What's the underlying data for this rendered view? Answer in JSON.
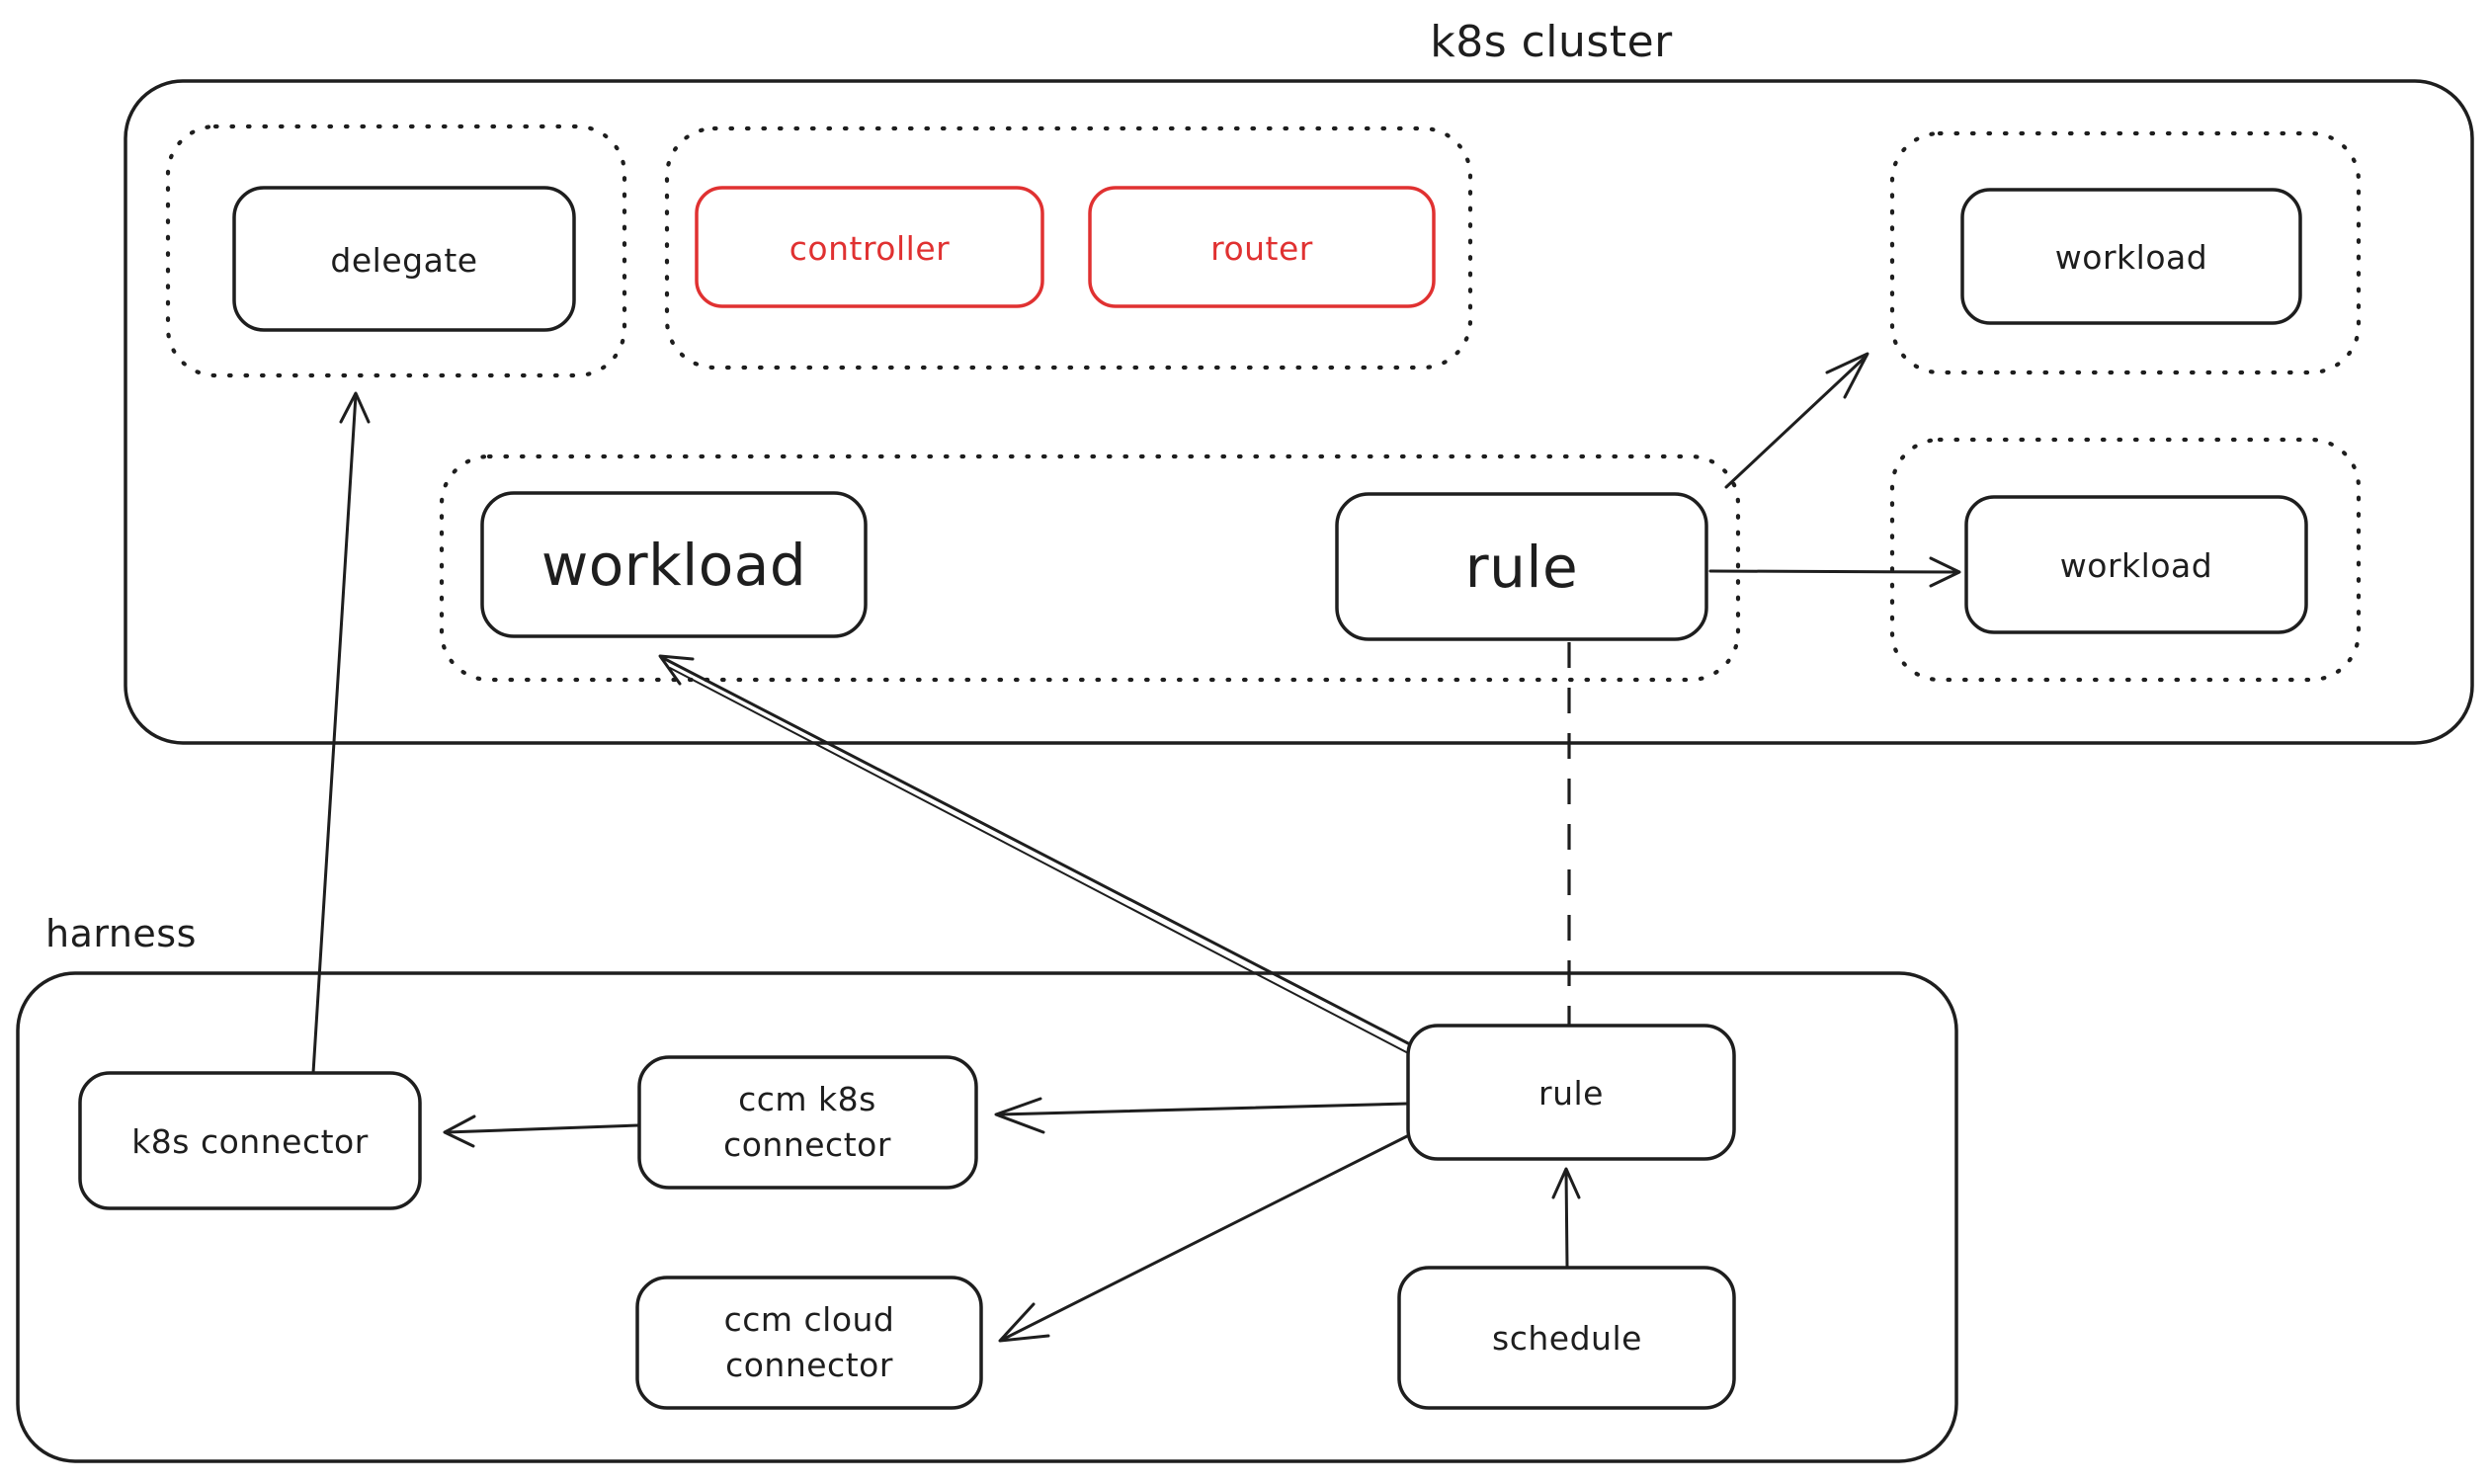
{
  "diagram": {
    "kind": "hand-drawn architecture sketch",
    "background": "#ffffff",
    "stroke_color": "#1e1e1e",
    "accent_color": "#e03131"
  },
  "labels": {
    "k8s_cluster": "k8s cluster",
    "harness": "harness",
    "delegate": "delegate",
    "controller": "controller",
    "router": "router",
    "workload_main": "workload",
    "rule_cluster": "rule",
    "workload_top_right": "workload",
    "workload_right": "workload",
    "k8s_connector": "k8s connector",
    "ccm_k8s_connector_line1": "ccm k8s",
    "ccm_k8s_connector_line2": "connector",
    "ccm_cloud_connector_line1": "ccm cloud",
    "ccm_cloud_connector_line2": "connector",
    "rule_harness": "rule",
    "schedule": "schedule"
  },
  "containers": [
    {
      "id": "k8s-cluster",
      "label": "k8s cluster",
      "border": "solid rounded",
      "label_position": "top-center-outside"
    },
    {
      "id": "harness",
      "label": "harness",
      "border": "solid rounded",
      "label_position": "top-left-outside"
    }
  ],
  "groups": [
    {
      "id": "delegate-group",
      "container": "k8s-cluster",
      "border": "dotted",
      "contains": [
        "delegate"
      ]
    },
    {
      "id": "controller-router-group",
      "container": "k8s-cluster",
      "border": "dotted",
      "contains": [
        "controller",
        "router"
      ]
    },
    {
      "id": "workload-rule-group",
      "container": "k8s-cluster",
      "border": "dotted",
      "contains": [
        "workload-main",
        "rule-cluster"
      ]
    },
    {
      "id": "workload-top-right-group",
      "container": "k8s-cluster",
      "border": "dotted",
      "contains": [
        "workload-top-right"
      ]
    },
    {
      "id": "workload-right-group",
      "container": "k8s-cluster",
      "border": "dotted",
      "contains": [
        "workload-right"
      ]
    }
  ],
  "nodes": [
    {
      "id": "delegate",
      "label": "delegate",
      "container": "k8s-cluster",
      "color": "#1e1e1e"
    },
    {
      "id": "controller",
      "label": "controller",
      "container": "k8s-cluster",
      "color": "#e03131"
    },
    {
      "id": "router",
      "label": "router",
      "container": "k8s-cluster",
      "color": "#e03131"
    },
    {
      "id": "workload-main",
      "label": "workload",
      "container": "k8s-cluster",
      "color": "#1e1e1e",
      "emphasis": "large"
    },
    {
      "id": "rule-cluster",
      "label": "rule",
      "container": "k8s-cluster",
      "color": "#1e1e1e",
      "emphasis": "large"
    },
    {
      "id": "workload-top-right",
      "label": "workload",
      "container": "k8s-cluster",
      "color": "#1e1e1e"
    },
    {
      "id": "workload-right",
      "label": "workload",
      "container": "k8s-cluster",
      "color": "#1e1e1e"
    },
    {
      "id": "k8s-connector",
      "label": "k8s connector",
      "container": "harness",
      "color": "#1e1e1e"
    },
    {
      "id": "ccm-k8s-connector",
      "label": "ccm k8s connector",
      "container": "harness",
      "color": "#1e1e1e"
    },
    {
      "id": "ccm-cloud-connector",
      "label": "ccm cloud connector",
      "container": "harness",
      "color": "#1e1e1e"
    },
    {
      "id": "rule-harness",
      "label": "rule",
      "container": "harness",
      "color": "#1e1e1e"
    },
    {
      "id": "schedule",
      "label": "schedule",
      "container": "harness",
      "color": "#1e1e1e"
    }
  ],
  "edges": [
    {
      "from": "k8s-connector",
      "to": "delegate-group",
      "style": "solid",
      "arrow": "to"
    },
    {
      "from": "rule-harness",
      "to": "workload-main",
      "style": "double-line",
      "arrow": "to"
    },
    {
      "from": "rule-harness",
      "to": "rule-cluster",
      "style": "dashed",
      "arrow": "none"
    },
    {
      "from": "rule-cluster",
      "to": "workload-top-right-group",
      "style": "solid",
      "arrow": "to"
    },
    {
      "from": "rule-cluster",
      "to": "workload-right",
      "style": "solid",
      "arrow": "to"
    },
    {
      "from": "rule-harness",
      "to": "ccm-k8s-connector",
      "style": "solid",
      "arrow": "to"
    },
    {
      "from": "ccm-k8s-connector",
      "to": "k8s-connector",
      "style": "solid",
      "arrow": "to"
    },
    {
      "from": "rule-harness",
      "to": "ccm-cloud-connector",
      "style": "solid",
      "arrow": "to"
    },
    {
      "from": "schedule",
      "to": "rule-harness",
      "style": "solid",
      "arrow": "to"
    }
  ]
}
